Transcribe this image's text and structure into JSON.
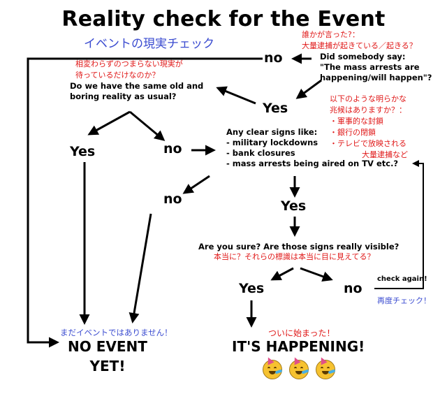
{
  "title": "Reality check for the Event",
  "subtitle_ja": "イベントの現実チェック",
  "q1": {
    "ja_line1": "誰かが言った?：",
    "ja_line2": "大量逮捕が起きている／起きる？",
    "en_line1": "Did somebody say:",
    "en_line2": "\"The mass arrests are",
    "en_line3": "happening/will happen\"?"
  },
  "q2": {
    "ja_line1": "相変わらずのつまらない現実が",
    "ja_line2": "待っているだけなのか？",
    "en_line1": "Do we have the same old and",
    "en_line2": "boring reality as usual?"
  },
  "q3": {
    "ja_line1": "以下のような明らかな",
    "ja_line2": "兆候はありますか？：",
    "ja_line3": "・軍事的な封鎖",
    "ja_line4": "・銀行の閉鎖",
    "ja_line5": "・テレビで放映される",
    "ja_line6": "大量逮捕など",
    "en_line1": "Any clear signs like:",
    "en_line2": "- military lockdowns",
    "en_line3": "- bank closures",
    "en_line4": "- mass arrests being aired on TV etc.?"
  },
  "q4": {
    "en": "Are you sure? Are those signs really visible?",
    "ja": "本当に？それらの標識は本当に目に見えてる？"
  },
  "labels": {
    "no_top": "no",
    "yes_q1": "Yes",
    "yes_left": "Yes",
    "no_mid": "no",
    "no_left2": "no",
    "yes_q3": "Yes",
    "yes_q4": "Yes",
    "no_q4": "no",
    "check_again": "check again!",
    "check_again_ja": "再度チェック！"
  },
  "outcomes": {
    "no_event_ja": "まだイベントではありません！",
    "no_event_line1": "NO EVENT",
    "no_event_line2": "YET!",
    "happening_ja": "ついに始まった！",
    "happening": "IT'S HAPPENING!"
  },
  "icons": [
    "party-face-icon",
    "party-face-icon",
    "party-face-icon"
  ]
}
